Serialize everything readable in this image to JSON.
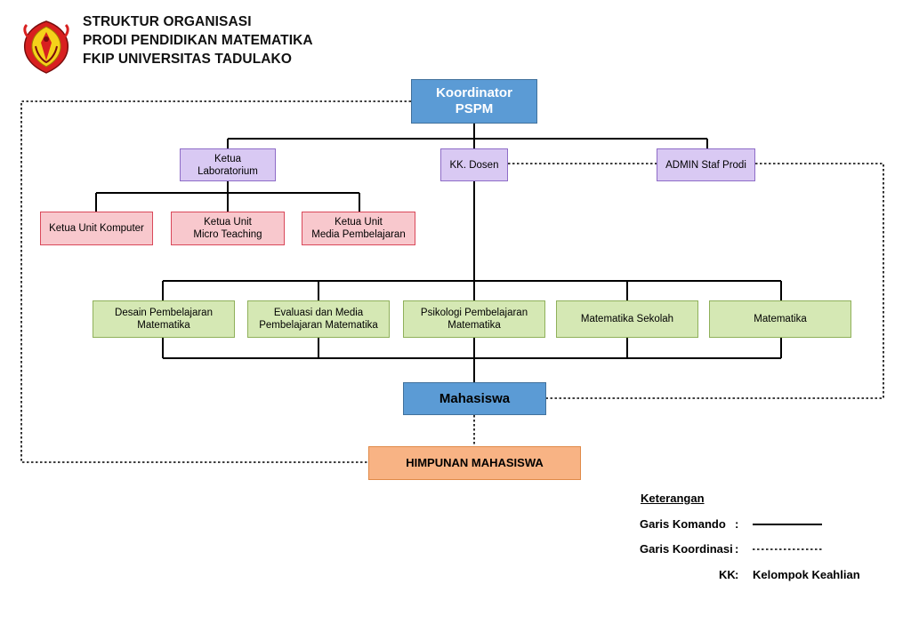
{
  "header": {
    "line1": "STRUKTUR ORGANISASI",
    "line2": "PRODI PENDIDIKAN MATEMATIKA",
    "line3": "FKIP UNIVERSITAS TADULAKO"
  },
  "nodes": {
    "koordinator": [
      "Koordinator",
      "PSPM"
    ],
    "ketua_lab": [
      "Ketua",
      "Laboratorium"
    ],
    "kk_dosen": [
      "KK. Dosen"
    ],
    "admin": [
      "ADMIN Staf Prodi"
    ],
    "unit_komputer": [
      "Ketua Unit Komputer"
    ],
    "unit_micro": [
      "Ketua Unit",
      "Micro Teaching"
    ],
    "unit_media": [
      "Ketua Unit",
      "Media Pembelajaran"
    ],
    "desain": [
      "Desain Pembelajaran",
      "Matematika"
    ],
    "evaluasi": [
      "Evaluasi dan Media",
      "Pembelajaran Matematika"
    ],
    "psikologi": [
      "Psikologi Pembelajaran",
      "Matematika"
    ],
    "mat_sekolah": [
      "Matematika Sekolah"
    ],
    "matematika": [
      "Matematika"
    ],
    "mahasiswa": [
      "Mahasiswa"
    ],
    "himpunan": [
      "HIMPUNAN MAHASISWA"
    ]
  },
  "legend": {
    "title": "Keterangan",
    "komando_label": "Garis Komando",
    "komando_colon": ":",
    "koordinasi_label": "Garis Koordinasi",
    "koordinasi_colon": ":",
    "kk_label": "KK",
    "kk_colon": ":",
    "kk_value": "Kelompok Keahlian"
  },
  "colors": {
    "blue": "#5b9bd5",
    "purple": "#d9c9f3",
    "pink": "#f8c8cd",
    "green": "#d5e8b4",
    "orange": "#f8b384"
  }
}
